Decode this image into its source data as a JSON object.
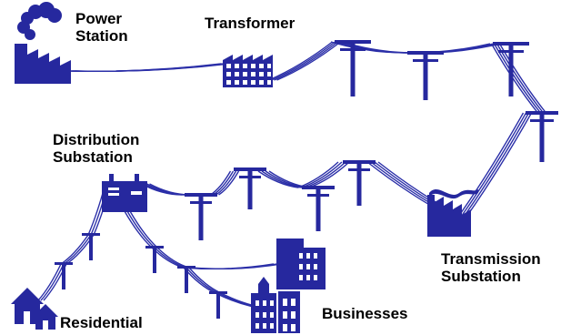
{
  "colors": {
    "icon": "#26289e",
    "wire": "#2b2fa8",
    "text": "#000000",
    "background": "#ffffff"
  },
  "labels": {
    "power_station": [
      "Power",
      "Station"
    ],
    "transformer": [
      "Transformer"
    ],
    "distribution_substation": [
      "Distribution",
      "Substation"
    ],
    "transmission_substation": [
      "Transmission",
      "Substation"
    ],
    "residential": [
      "Residential"
    ],
    "businesses": [
      "Businesses"
    ]
  },
  "icons": [
    "power-station-icon",
    "transformer-icon",
    "utility-pole-icon",
    "transmission-substation-icon",
    "distribution-substation-icon",
    "house-icon",
    "office-building-icon"
  ]
}
